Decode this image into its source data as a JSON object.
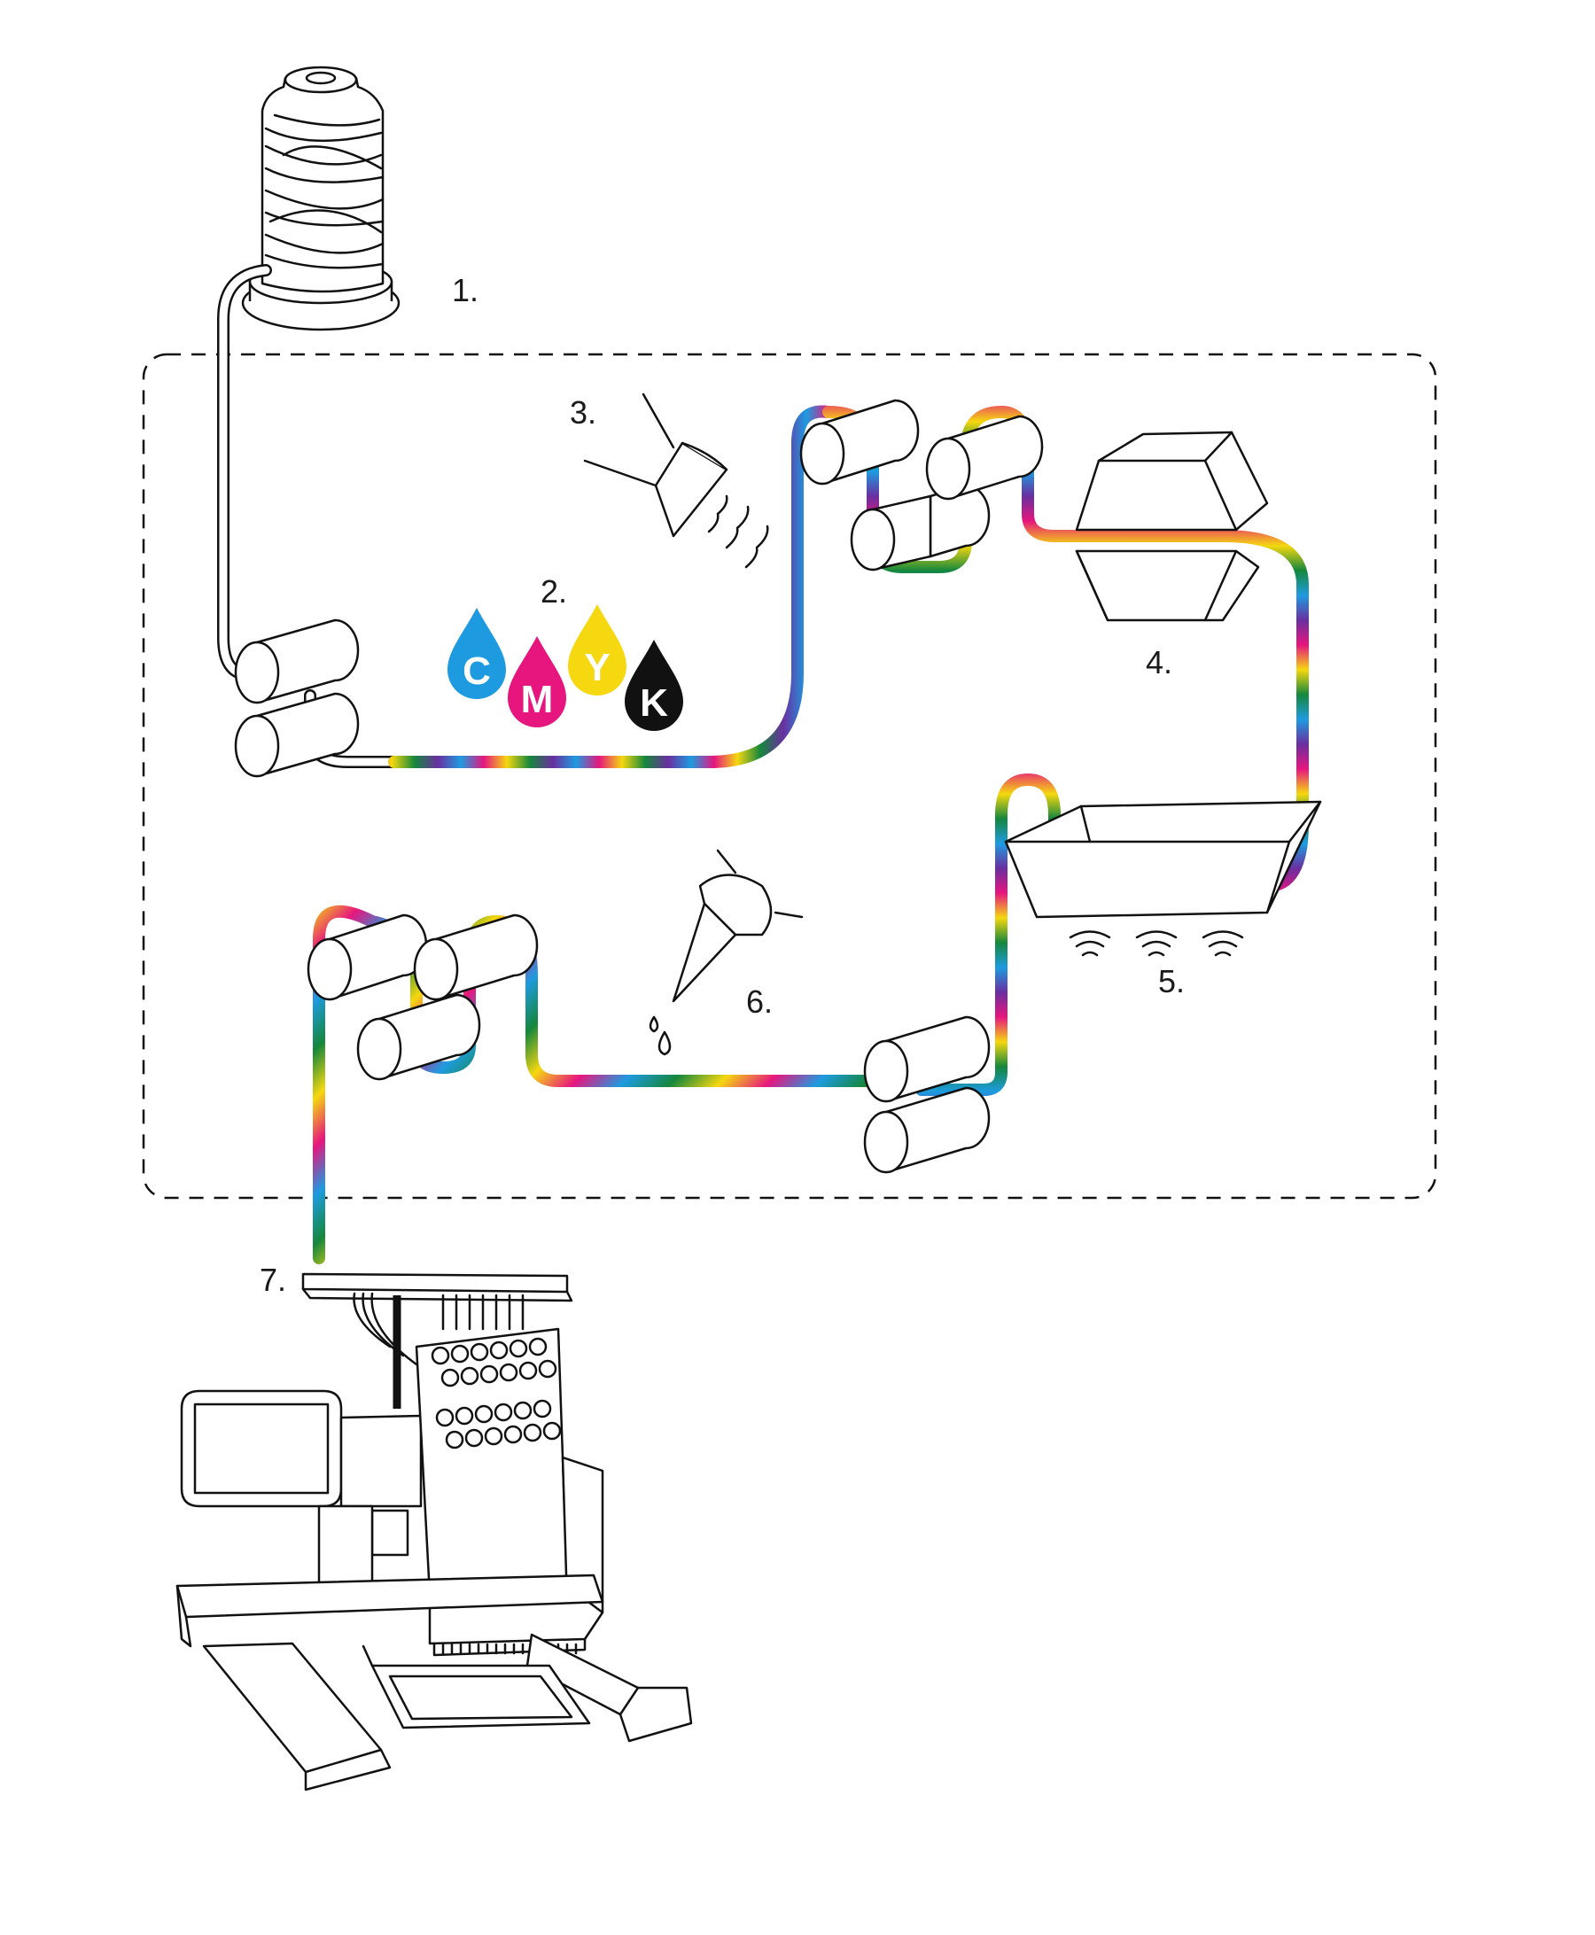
{
  "steps": [
    {
      "number": "1."
    },
    {
      "number": "2."
    },
    {
      "number": "3."
    },
    {
      "number": "4."
    },
    {
      "number": "5."
    },
    {
      "number": "6."
    },
    {
      "number": "7."
    }
  ],
  "inks": [
    {
      "letter": "C",
      "color": "#1e9be0"
    },
    {
      "letter": "M",
      "color": "#e6167e"
    },
    {
      "letter": "Y",
      "color": "#f5d80f"
    },
    {
      "letter": "K",
      "color": "#111111"
    }
  ],
  "thread_colors": [
    "#1e9be0",
    "#e6167e",
    "#f5d80f",
    "#15873c",
    "#6a2fa0"
  ],
  "icons": [
    "thread-spool-icon",
    "uv-lamp-icon",
    "dryer-heater-icon",
    "washing-tray-icon",
    "lubricant-nozzle-icon",
    "embroidery-machine-icon"
  ]
}
